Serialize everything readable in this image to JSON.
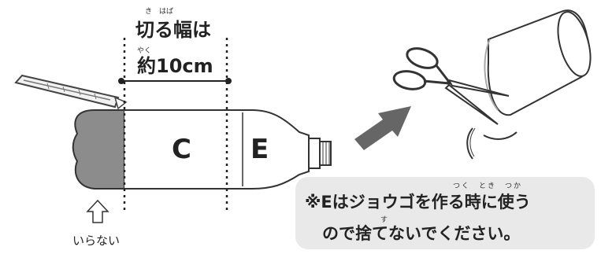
{
  "label_title": "切る幅は",
  "label_title_ruby": "き　はば",
  "label_width": "約10cm",
  "label_width_ruby": "やく",
  "part_c": "C",
  "part_e": "E",
  "not_needed": "いらない",
  "note_line1": "※Eはジョウゴを作る時に使う",
  "note_line1_ruby": "つく　とき　つか",
  "note_line2": "ので捨てないでください。",
  "note_line2_ruby": "す"
}
